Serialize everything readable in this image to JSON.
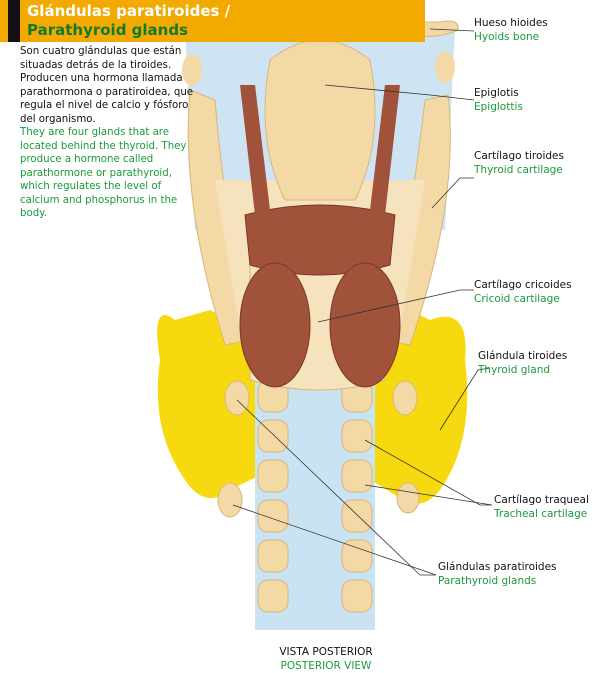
{
  "title": {
    "es": "Glándulas paratiroides /",
    "en": "Parathyroid glands"
  },
  "intro": {
    "es": "Son cuatro glándulas que están situadas detrás de la tiroides. Producen una hormona llamada parathormona o paratiroidea, que regula el nivel de calcio y fósforo del organismo.",
    "en": "They are four glands that are located behind the thyroid. They produce a hormone called parathormone or parathyroid, which regulates the level of calcium and phosphorus in the body."
  },
  "labels": {
    "hyoid": {
      "es": "Hueso hioides",
      "en": "Hyoids bone"
    },
    "epiglottis": {
      "es": "Epiglotis",
      "en": "Epiglottis"
    },
    "thyroid_cartilage": {
      "es": "Cartílago tiroides",
      "en": "Thyroid cartilage"
    },
    "cricoid": {
      "es": "Cartílago cricoides",
      "en": "Cricoid cartilage"
    },
    "thyroid_gland": {
      "es": "Glándula tiroides",
      "en": "Thyroid gland"
    },
    "tracheal": {
      "es": "Cartílago traqueal",
      "en": "Tracheal cartilage"
    },
    "parathyroid": {
      "es": "Glándulas paratiroides",
      "en": "Parathyroid glands"
    }
  },
  "view": {
    "es": "VISTA POSTERIOR",
    "en": "POSTERIOR VIEW"
  },
  "colors": {
    "accent": "#f2a900",
    "english_text": "#1a9a3c",
    "cartilage": "#f3d9a6",
    "thyroid": "#f7d90f",
    "muscle": "#a0523b",
    "trachea": "#c9e3f2"
  }
}
